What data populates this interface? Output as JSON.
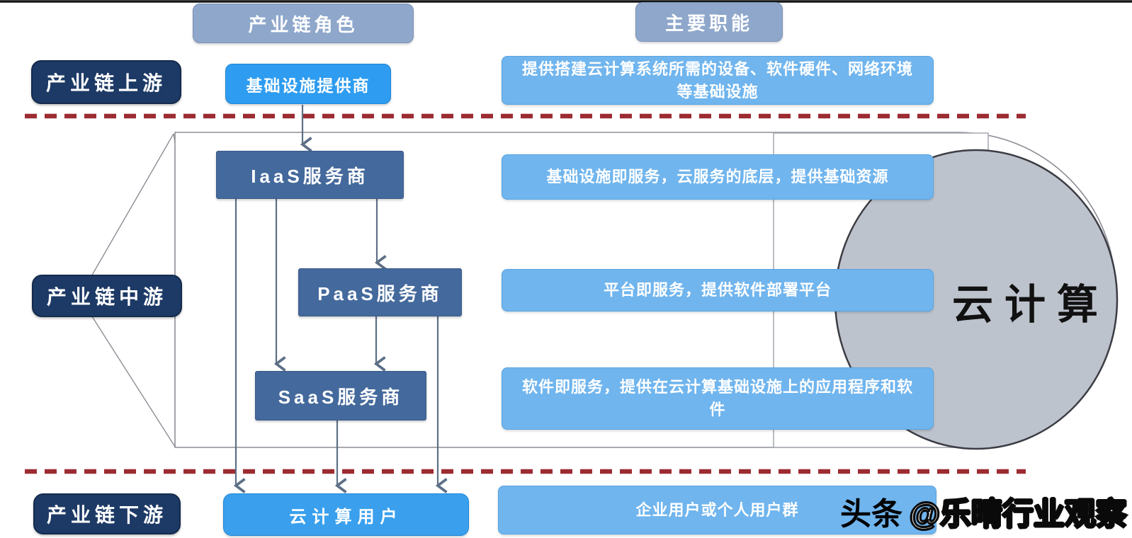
{
  "headers": {
    "role": "产业链角色",
    "function": "主要职能"
  },
  "stages": {
    "upstream": "产业链上游",
    "midstream": "产业链中游",
    "downstream": "产业链下游"
  },
  "nodes": {
    "infra": "基础设施提供商",
    "iaas": "IaaS服务商",
    "paas": "PaaS服务商",
    "saas": "SaaS服务商",
    "users": "云计算用户"
  },
  "descriptions": {
    "infra": "提供搭建云计算系统所需的设备、软件硬件、网络环境等基础设施",
    "iaas": "基础设施即服务，云服务的底层，提供基础资源",
    "paas": "平台即服务，提供软件部署平台",
    "saas": "软件即服务，提供在云计算基础设施上的应用程序和软件",
    "users": "企业用户或个人用户群"
  },
  "cloud": {
    "label": "云计算"
  },
  "watermark": {
    "brand": "头条",
    "handle": "@乐晴行业观察"
  },
  "colors": {
    "header_fill": "#8ea7cb",
    "stage_navy": "#1d3a66",
    "node_bright_blue": "#2e9cf0",
    "node_steel_blue": "#44699c",
    "desc_light_blue": "#70b5ee",
    "users_blue": "#3aa0ed",
    "circle_gray": "#bdc3cd",
    "dashed_red": "#9c2c32",
    "connector_slate": "#5d7086",
    "outline_gray": "#8d8d95"
  }
}
